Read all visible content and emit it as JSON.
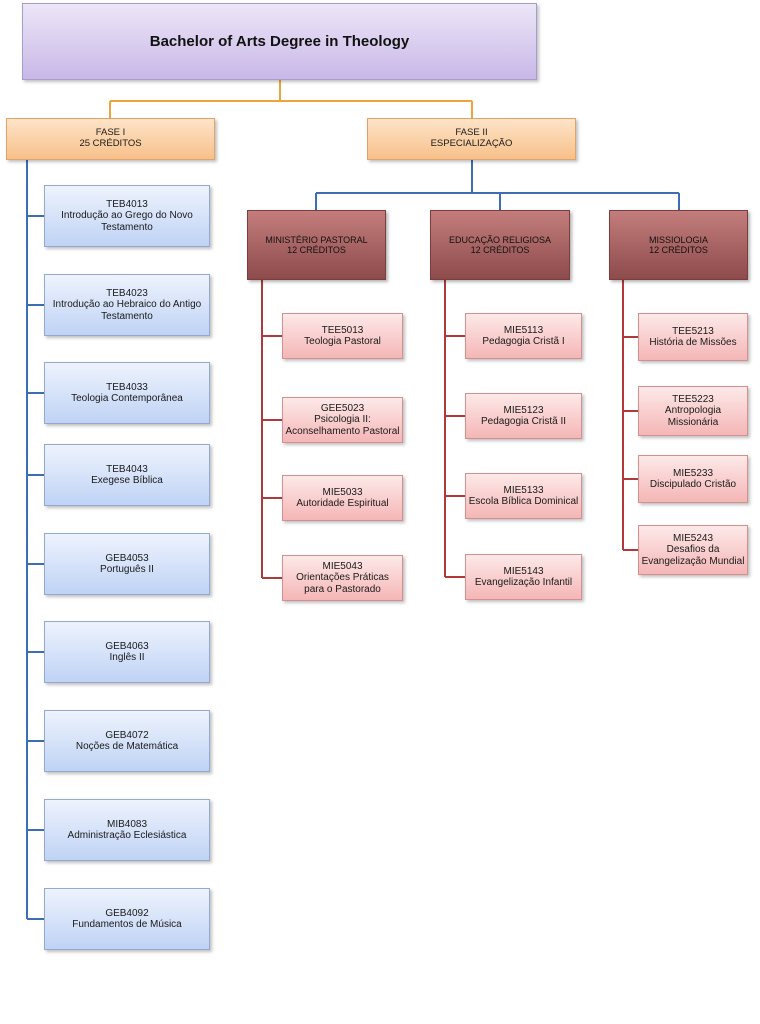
{
  "title": "Bachelor of Arts Degree in Theology",
  "phase1": {
    "line1": "FASE I",
    "line2": "25 CRÉDITOS"
  },
  "phase2": {
    "line1": "FASE II",
    "line2": "ESPECIALIZAÇÃO"
  },
  "phase1_courses": [
    {
      "code": "TEB4013",
      "name": "Introdução ao Grego do Novo Testamento"
    },
    {
      "code": "TEB4023",
      "name": "Introdução ao Hebraico do Antigo Testamento"
    },
    {
      "code": "TEB4033",
      "name": "Teologia Contemporânea"
    },
    {
      "code": "TEB4043",
      "name": "Exegese Bíblica"
    },
    {
      "code": "GEB4053",
      "name": "Português II"
    },
    {
      "code": "GEB4063",
      "name": "Inglês II"
    },
    {
      "code": "GEB4072",
      "name": "Noções de Matemática"
    },
    {
      "code": "MIB4083",
      "name": "Administração Eclesiástica"
    },
    {
      "code": "GEB4092",
      "name": "Fundamentos de Música"
    }
  ],
  "tracks": [
    {
      "name": "MINISTÉRIO PASTORAL",
      "credits": "12 CRÉDITOS",
      "courses": [
        {
          "code": "TEE5013",
          "name": "Teologia Pastoral"
        },
        {
          "code": "GEE5023",
          "name": "Psicologia II: Aconselhamento Pastoral"
        },
        {
          "code": "MIE5033",
          "name": "Autoridade Espiritual"
        },
        {
          "code": "MIE5043",
          "name": "Orientações Práticas para o Pastorado"
        }
      ]
    },
    {
      "name": "EDUCAÇÃO RELIGIOSA",
      "credits": "12 CRÉDITOS",
      "courses": [
        {
          "code": "MIE5113",
          "name": "Pedagogia Cristã I"
        },
        {
          "code": "MIE5123",
          "name": "Pedagogia Cristã II"
        },
        {
          "code": "MIE5133",
          "name": "Escola Bíblica Dominical"
        },
        {
          "code": "MIE5143",
          "name": "Evangelização Infantil"
        }
      ]
    },
    {
      "name": "MISSIOLOGIA",
      "credits": "12 CRÉDITOS",
      "courses": [
        {
          "code": "TEE5213",
          "name": "História de Missões"
        },
        {
          "code": "TEE5223",
          "name": "Antropologia Missionária"
        },
        {
          "code": "MIE5233",
          "name": "Discipulado Cristão"
        },
        {
          "code": "MIE5243",
          "name": "Desafios da Evangelização Mundial"
        }
      ]
    }
  ]
}
